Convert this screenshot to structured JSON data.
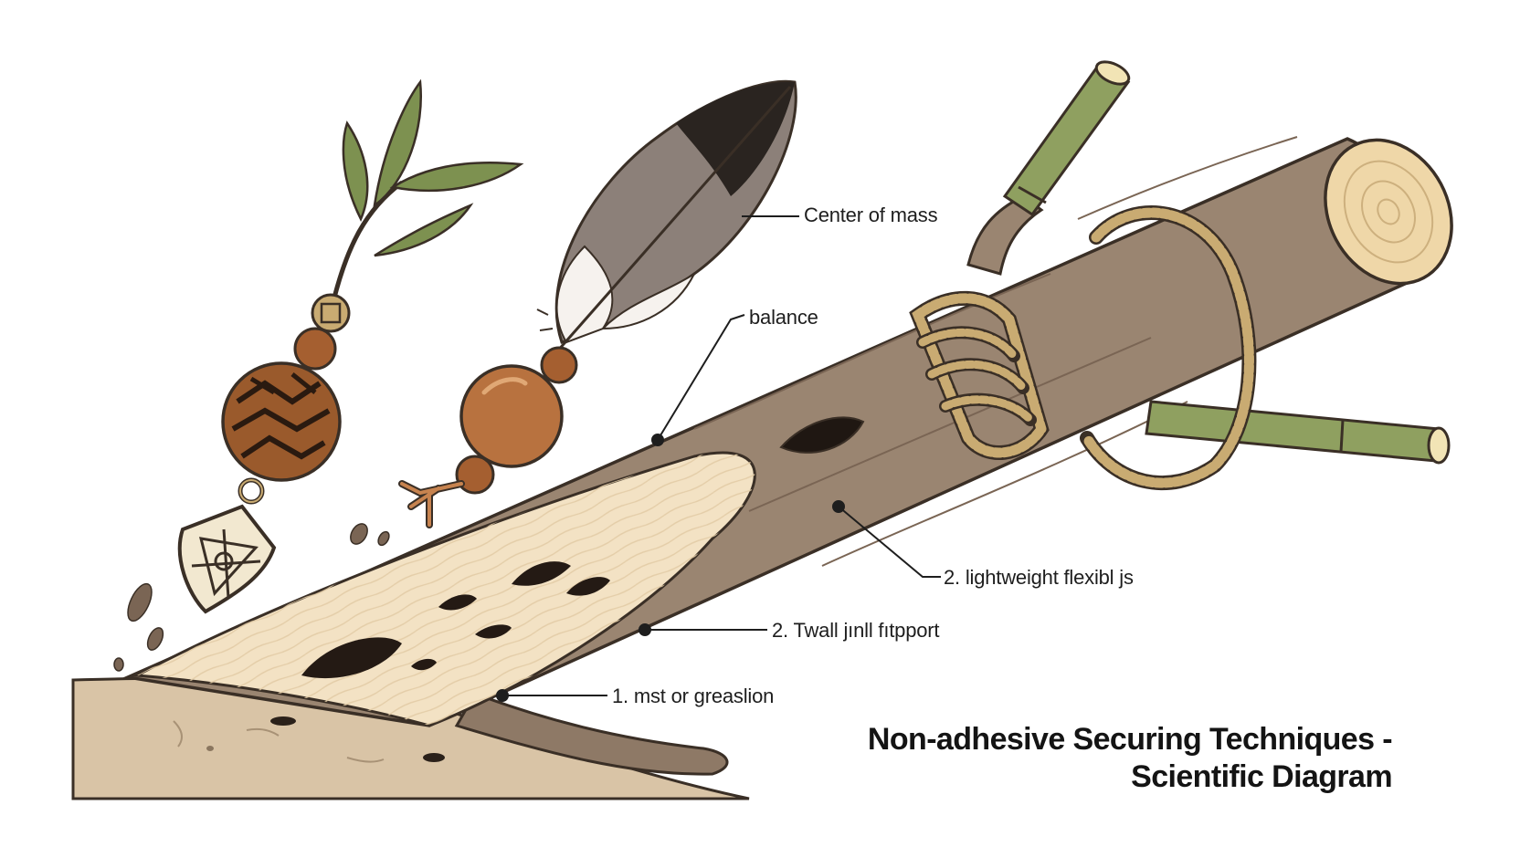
{
  "title": {
    "line1": "Non-adhesive Securing Techniques -",
    "line2": "Scientific Diagram"
  },
  "callouts": {
    "center_of_mass": "Center of mass",
    "balance": "balance",
    "lightweight": "2. lightweight flexibl js",
    "twall": "2. Twall jınll fıtpport",
    "mst": "1. mst or greaslion"
  },
  "colors": {
    "bark": "#9a8571",
    "bark_dark": "#7a6554",
    "inner_wood": "#f3e2c4",
    "bamboo": "#8fa060",
    "rope": "#c9ab72",
    "ground": "#d9c4a6",
    "bead": "#b8723f",
    "leaf": "#7d9150"
  },
  "icons": [
    "feather-icon",
    "leaf-sprig-icon",
    "carved-bead-icon",
    "wooden-bead-icon",
    "pendant-charm-icon",
    "rope-icon",
    "bamboo-stick-icon",
    "log-icon"
  ]
}
